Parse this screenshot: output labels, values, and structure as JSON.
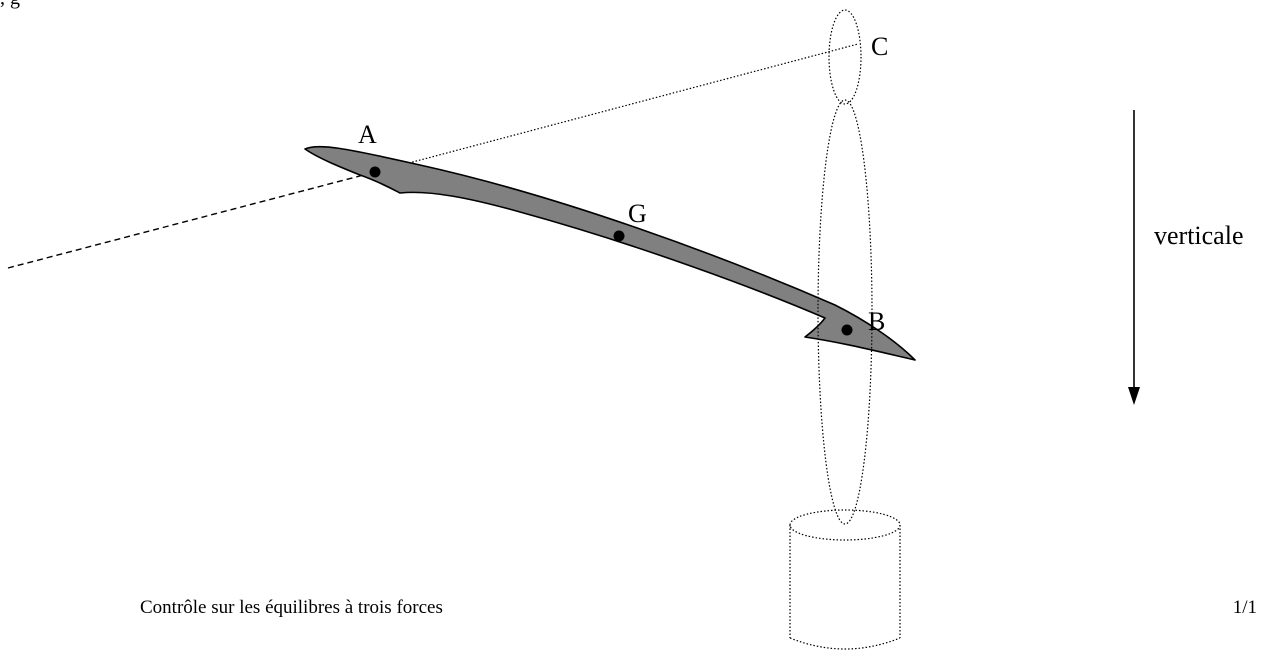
{
  "diagram": {
    "points": {
      "A": "A",
      "B": "B",
      "C": "C",
      "G": "G"
    },
    "vertical_label": "verticale"
  },
  "footer": {
    "title": "Contrôle sur les équilibres à trois forces",
    "page": "1/1"
  },
  "colors": {
    "bar_fill": "#808080",
    "ink": "#000000"
  }
}
